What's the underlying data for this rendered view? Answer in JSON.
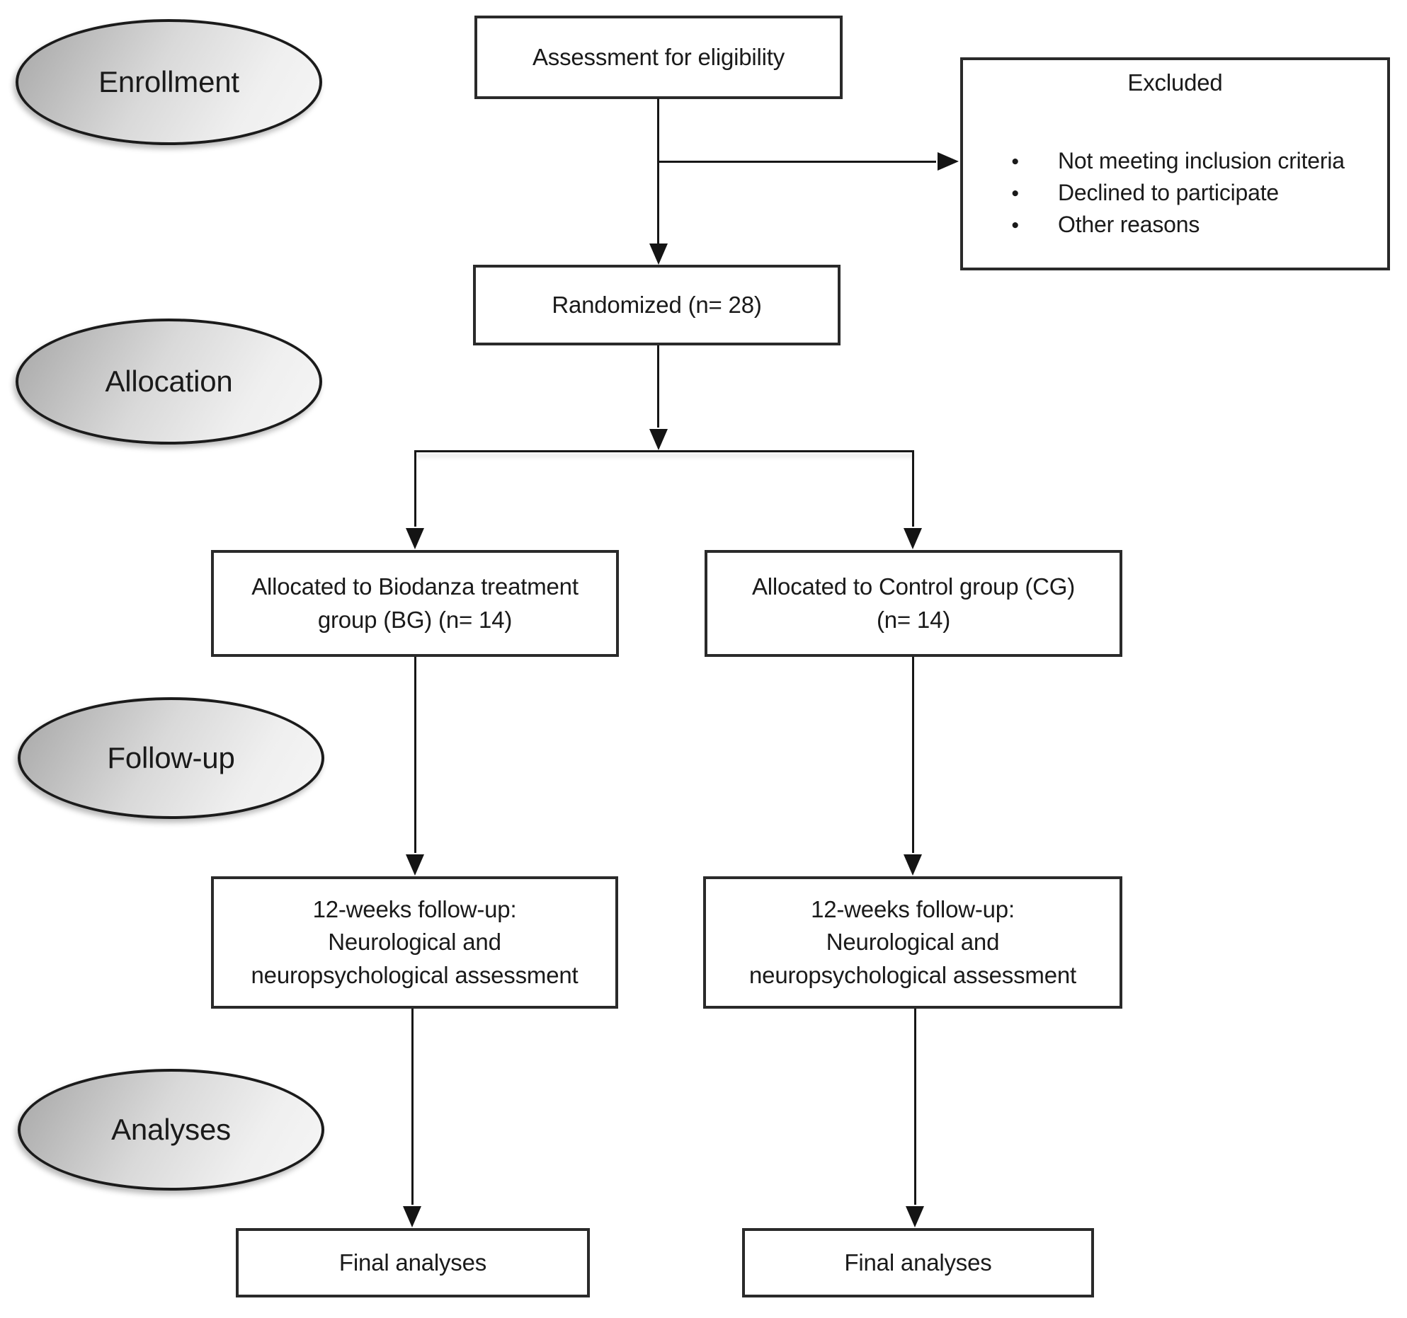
{
  "figure": {
    "stages": [
      {
        "label": "Enrollment"
      },
      {
        "label": "Allocation"
      },
      {
        "label": "Follow-up"
      },
      {
        "label": "Analyses"
      }
    ],
    "nodes": {
      "assessment": {
        "text": "Assessment for eligibility"
      },
      "excluded": {
        "title": "Excluded",
        "items": [
          "Not meeting inclusion criteria",
          "Declined to participate",
          "Other reasons"
        ]
      },
      "randomized": {
        "text": "Randomized (n= 28)"
      },
      "allocated_bg": {
        "lines": [
          "Allocated to Biodanza treatment",
          "group (BG) (n= 14)"
        ]
      },
      "allocated_cg": {
        "lines": [
          "Allocated to Control group (CG)",
          "(n= 14)"
        ]
      },
      "followup_bg": {
        "lines": [
          "12-weeks follow-up:",
          "Neurological and",
          "neuropsychological assessment"
        ]
      },
      "followup_cg": {
        "lines": [
          "12-weeks follow-up:",
          "Neurological and",
          "neuropsychological assessment"
        ]
      },
      "final_bg": {
        "text": "Final analyses"
      },
      "final_cg": {
        "text": "Final analyses"
      }
    },
    "colors": {
      "line": "#161616",
      "box_border": "#2a2a2a",
      "ellipse_fill_dark": "#a6a6a6",
      "ellipse_fill_light": "#f6f6f6",
      "background": "#ffffff"
    }
  }
}
